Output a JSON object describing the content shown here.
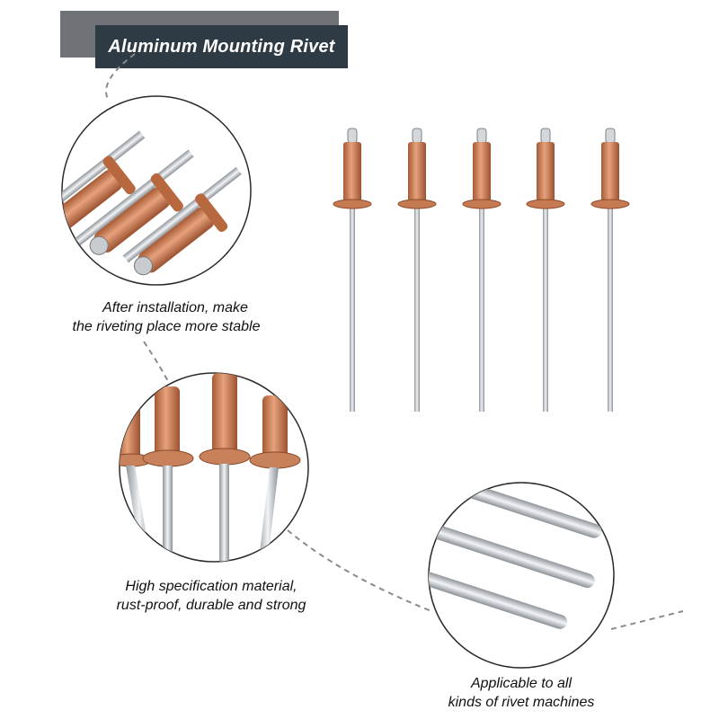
{
  "title": "Aluminum Mounting Rivet",
  "features": [
    {
      "line1": "After installation, make",
      "line2": "the riveting place more stable"
    },
    {
      "line1": "High specification material,",
      "line2": "rust-proof, durable and strong"
    },
    {
      "line1": "Applicable to all",
      "line2": "kinds of rivet machines"
    }
  ],
  "colors": {
    "banner": "#2e3a44",
    "banner_shadow": "#6f7378",
    "copper": "#c9825c",
    "steel": "#c9ccd0"
  },
  "rivet_count": 5
}
